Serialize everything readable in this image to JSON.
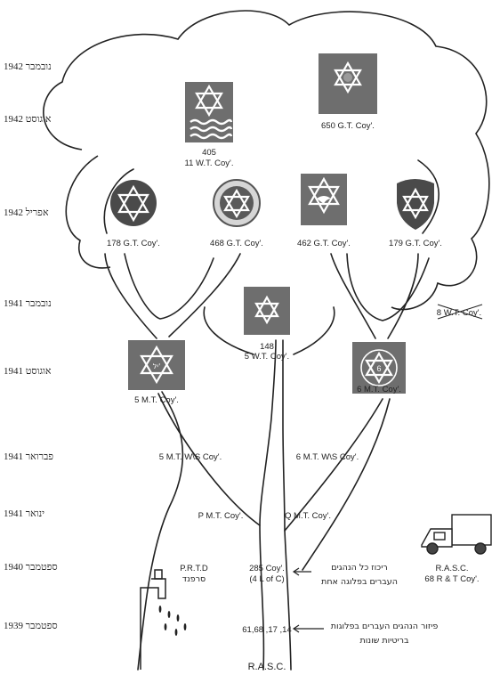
{
  "timeline": [
    {
      "id": "nov1942",
      "text": "נובמבר 1942"
    },
    {
      "id": "aug1942",
      "text": "אוגוסט 1942"
    },
    {
      "id": "apr1942",
      "text": "אפריל 1942"
    },
    {
      "id": "nov1941",
      "text": "נובמבר 1941"
    },
    {
      "id": "aug1941",
      "text": "אוגוסט 1941"
    },
    {
      "id": "feb1941",
      "text": "פברואר 1941"
    },
    {
      "id": "jan1941",
      "text": "ינואר 1941"
    },
    {
      "id": "sep1940",
      "text": "ספטמבר 1940"
    },
    {
      "id": "sep1939",
      "text": "ספטמבר 1939"
    }
  ],
  "units": {
    "u405_num": "405",
    "u405_name": "11 W.T. Coy'.",
    "u650": "650 G.T. Coy'.",
    "u178": "178 G.T. Coy'.",
    "u468": "468 G.T. Coy'.",
    "u462": "462 G.T. Coy'.",
    "u179": "179 G.T. Coy'.",
    "u148_num": "148",
    "u148_name": "5 W.T. Coy'.",
    "u8wt": "8 W.T. Coy'.",
    "u5mt": "5 M.T. Coy'.",
    "u6mt": "6 M.T. Coy'.",
    "u5mtws": "5 M.T. W\\S Coy'.",
    "u6mtws": "6 M.T. W\\S Coy'.",
    "upmt": "P M.T. Coy'.",
    "uqmt": "Q M.T. Coy'.",
    "u285_a": "285 Coy'.",
    "u285_b": "(4 L of C)",
    "ucoys": "61,68 ,17 ,14",
    "rasc": "R.A.S.C."
  },
  "badge_text": {
    "yl": "יל'",
    "six": "6"
  },
  "notes": {
    "prtd_en": "P.R.T.D",
    "prtd_he": "סרפנד",
    "concentration_1": "ריכוז כל הנהגים",
    "concentration_2": "העברים בפלוגה אחת",
    "scattering_1": "פיזור הנהגים העברים בפלוגות",
    "scattering_2": "בריטיות שונות",
    "rasc_truck_1": "R.A.S.C.",
    "rasc_truck_2": "68 R & T Coy'."
  },
  "icons": [
    "star-of-david-icon",
    "waves-icon",
    "dove-icon",
    "shield-icon",
    "truck-icon",
    "faucet-icon"
  ],
  "colors": {
    "ink": "#222222",
    "badge_square": "#6e6e6e",
    "badge_dark": "#4a4a4a"
  }
}
